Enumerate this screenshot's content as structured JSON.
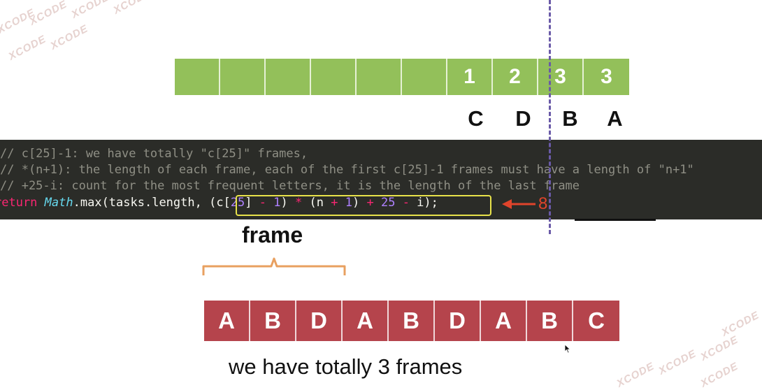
{
  "watermark_text": "XCODE",
  "green_cells": [
    "",
    "",
    "",
    "",
    "",
    "",
    "1",
    "2",
    "3",
    "3"
  ],
  "letter_labels": [
    "C",
    "D",
    "B",
    "A"
  ],
  "code": {
    "comment1": "// c[25]-1: we have totally \"c[25]\" frames,",
    "comment2": "// *(n+1): the length of each frame, each of the first c[25]-1 frames must have a length of \"n+1\"",
    "comment3": "// +25-i: count for the most frequent letters, it is the length of the last frame",
    "return_kw": "return",
    "math_cls": "Math",
    "max_call": ".max(tasks.length, ",
    "expr_open": "(c[",
    "n25a": "25",
    "expr_b": "] ",
    "minus1": "-",
    "sp1": " ",
    "n1a": "1",
    "expr_c": ") ",
    "star": "*",
    "expr_d": " (n ",
    "plus1": "+",
    "sp2": " ",
    "n1b": "1",
    "expr_e": ") ",
    "plus2": "+",
    "sp3": " ",
    "n25b": "25",
    "sp4": " ",
    "minus2": "-",
    "expr_f": " i);"
  },
  "arrow_number": "8",
  "frame_label": "frame",
  "red_cells": [
    "A",
    "B",
    "D",
    "A",
    "B",
    "D",
    "A",
    "B",
    "C"
  ],
  "caption": "we have totally 3 frames",
  "colors": {
    "green": "#93c05a",
    "red": "#b5444c",
    "code_bg": "#2b2c28",
    "highlight": "#e8e24a",
    "arrow": "#e0442b",
    "brace": "#e8a060",
    "dash": "#6a5aa8"
  }
}
